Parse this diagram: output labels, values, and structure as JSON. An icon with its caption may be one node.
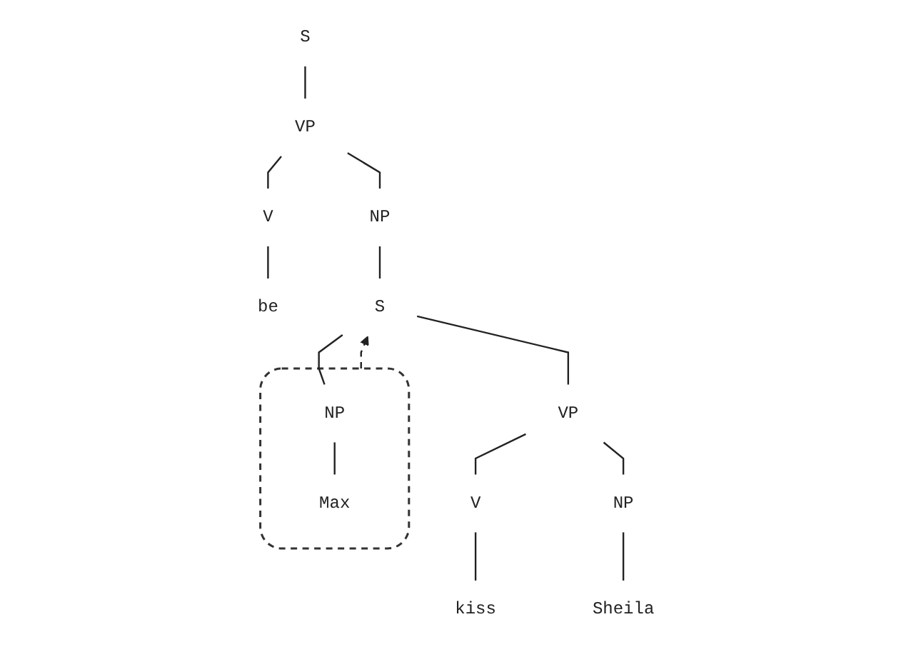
{
  "diagram": {
    "nodes": [
      {
        "text": [
          "S"
        ]
      },
      {
        "text": [
          "VP"
        ]
      },
      {
        "text": [
          "V"
        ]
      },
      {
        "text": [
          "be"
        ]
      },
      {
        "text": [
          "NP"
        ]
      },
      {
        "text": [
          "S"
        ]
      },
      {
        "text": [],
        "shape": "box"
      },
      {
        "text": [
          "NP"
        ],
        "in": 6
      },
      {
        "text": [
          "Max"
        ],
        "in": 6
      },
      {
        "text": [
          "VP"
        ]
      },
      {
        "text": [
          "V"
        ]
      },
      {
        "text": [
          "kiss"
        ]
      },
      {
        "text": [
          "NP"
        ]
      },
      {
        "text": [
          "Sheila"
        ]
      }
    ],
    "edges": [
      {
        "from": 0,
        "to": 1,
        "arrow": "none"
      },
      {
        "from": 1,
        "to": 2,
        "arrow": "none"
      },
      {
        "from": 2,
        "to": 3,
        "arrow": "none"
      },
      {
        "from": 1,
        "to": 4,
        "arrow": "none"
      },
      {
        "from": 4,
        "to": 5,
        "arrow": "none"
      },
      {
        "from": 5,
        "to": 7,
        "arrow": "none"
      },
      {
        "from": 7,
        "to": 8,
        "arrow": "none"
      },
      {
        "from": 5,
        "to": 9,
        "arrow": "none"
      },
      {
        "from": 9,
        "to": 10,
        "arrow": "none"
      },
      {
        "from": 10,
        "to": 11,
        "arrow": "none"
      },
      {
        "from": 9,
        "to": 12,
        "arrow": "none"
      },
      {
        "from": 12,
        "to": 13,
        "arrow": "none"
      },
      {
        "from": 6,
        "to": 5,
        "arrow": "to",
        "style": "dashed"
      }
    ]
  }
}
